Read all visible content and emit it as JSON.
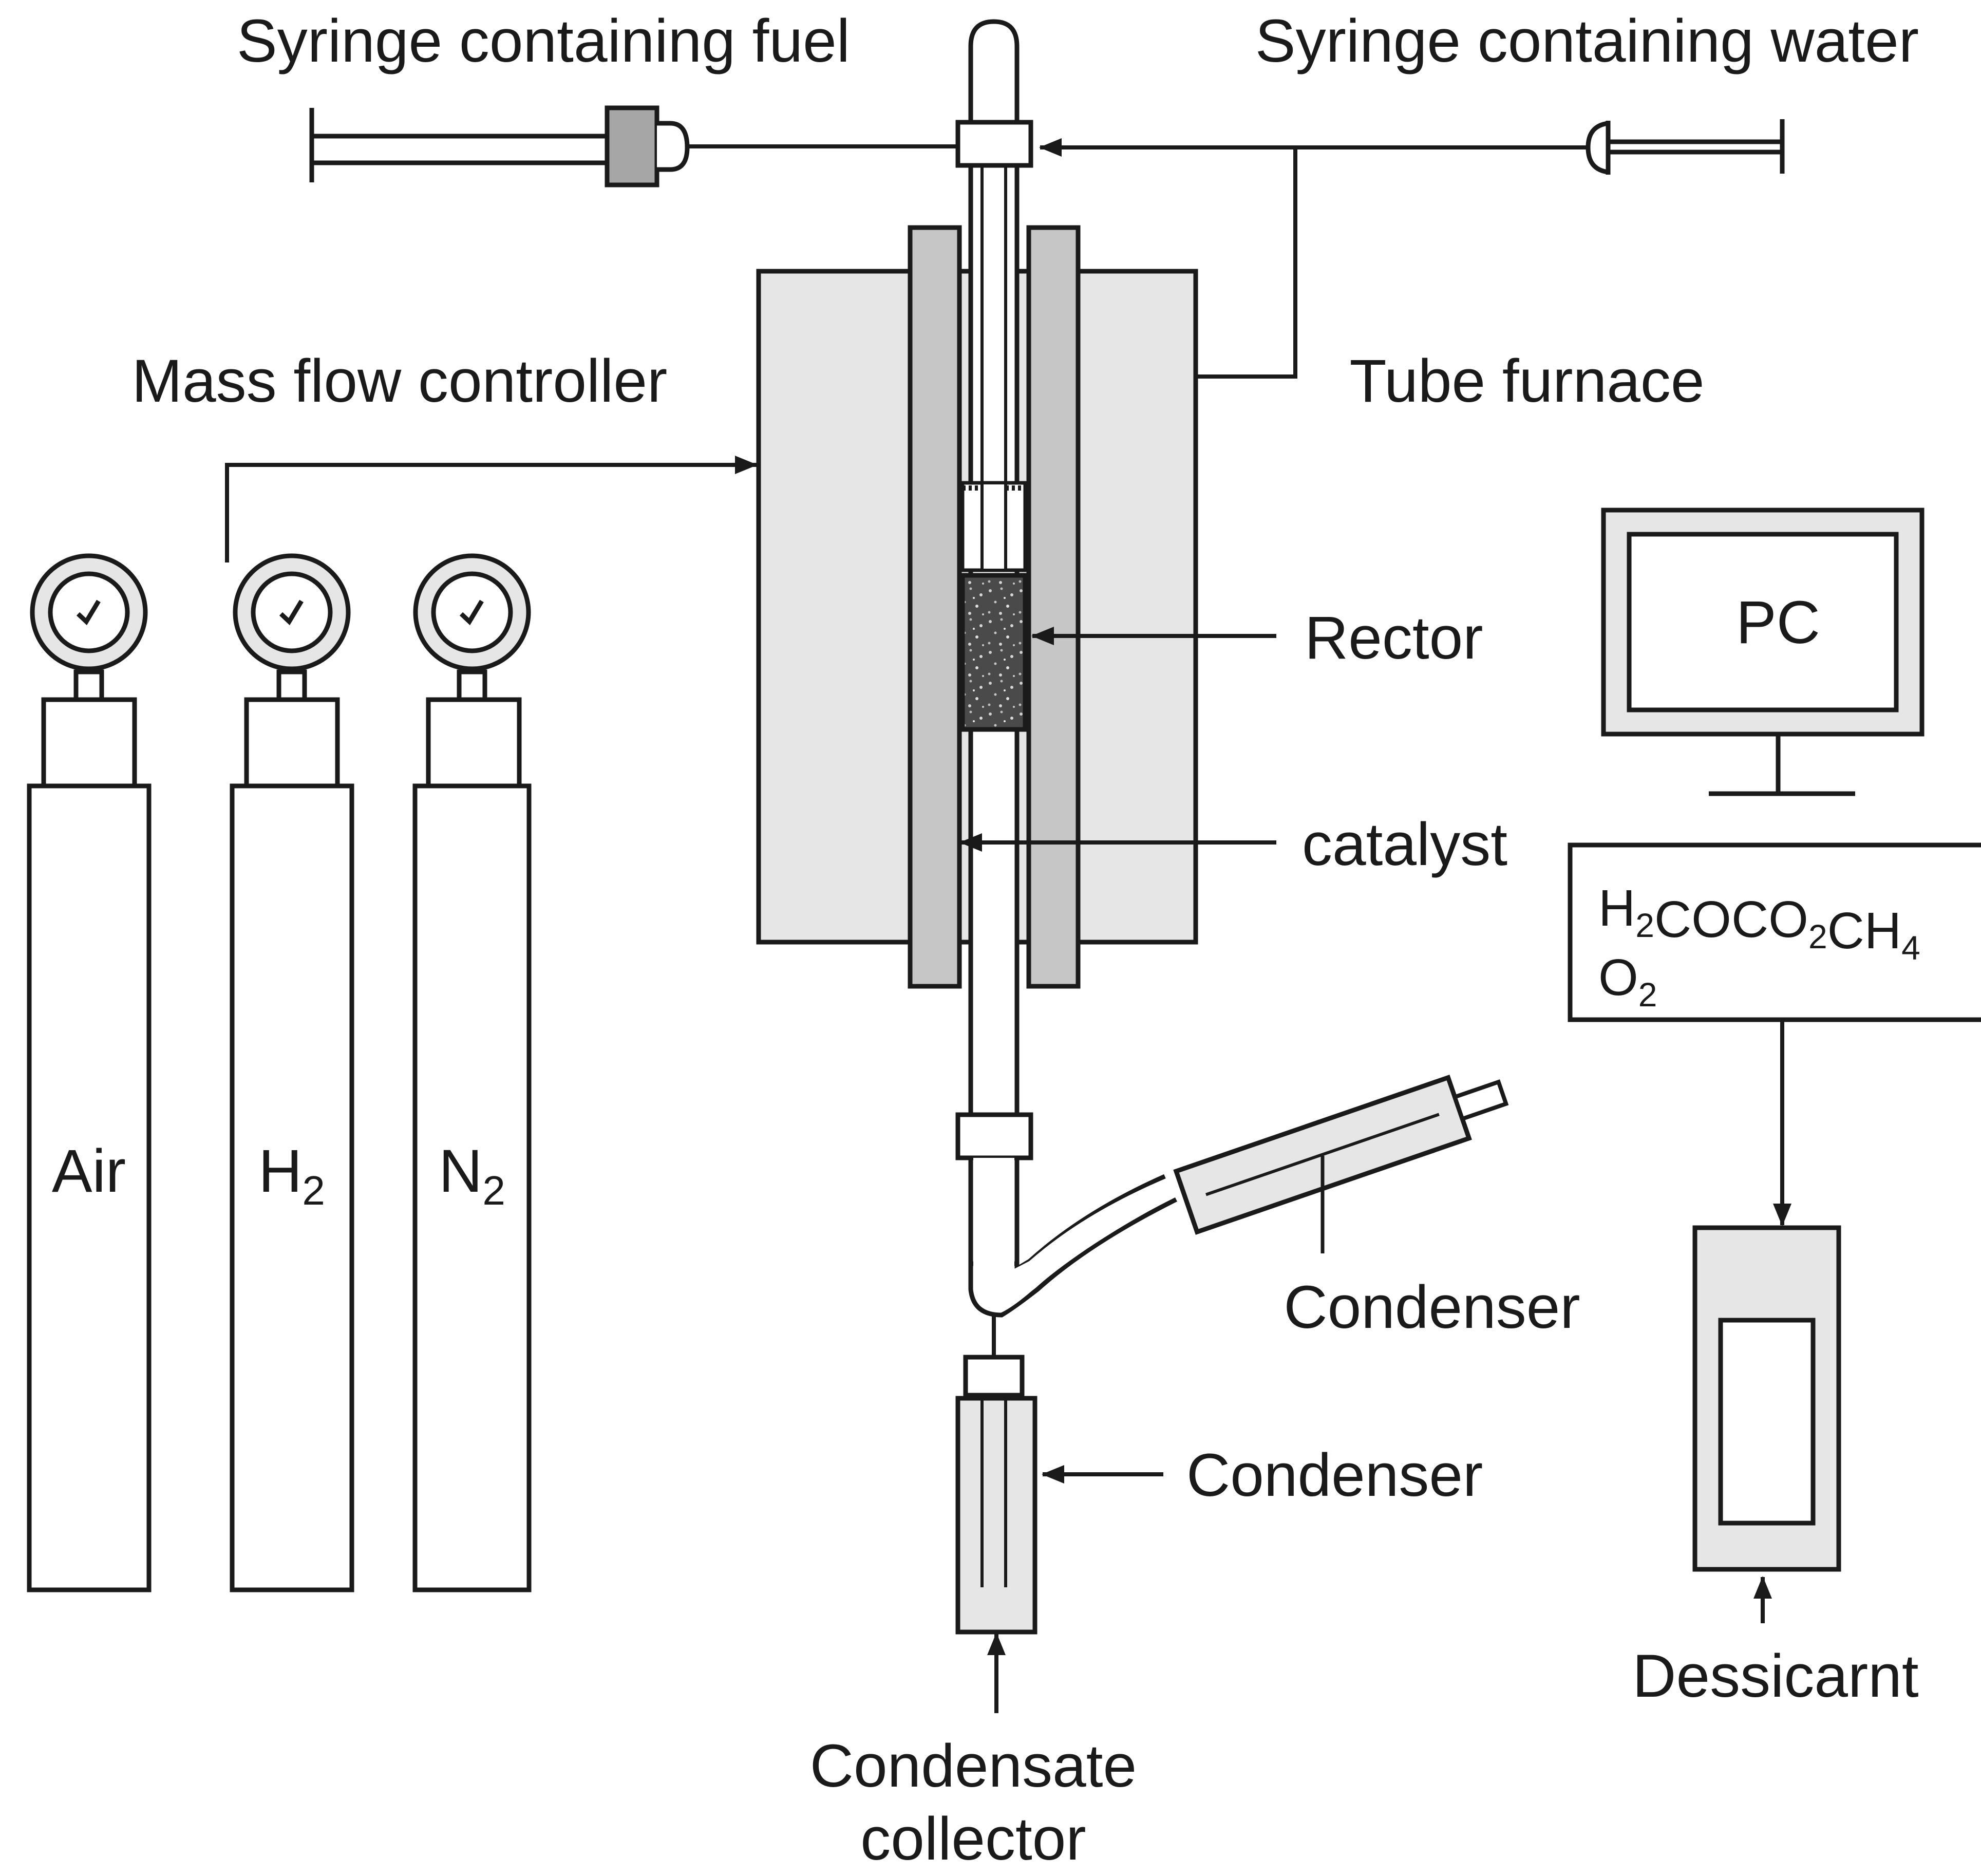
{
  "labels": {
    "syringe_fuel": "Syringe containing fuel",
    "syringe_water": "Syringe containing water",
    "mass_flow_controller": "Mass flow controller",
    "tube_furnace": "Tube furnace",
    "reactor": "Rector",
    "catalyst": "catalyst",
    "pc": "PC",
    "condenser_upper": "Condenser",
    "condenser_lower": "Condenser",
    "condensate_collector_line1": "Condensate",
    "condensate_collector_line2": "collector",
    "desiccant": "Dessicarnt"
  },
  "cylinders": [
    {
      "base": "Air",
      "sub": ""
    },
    {
      "base": "H",
      "sub": "2"
    },
    {
      "base": "N",
      "sub": "2"
    }
  ],
  "gas_analyzer": {
    "line1": [
      {
        "base": "H",
        "sub": "2"
      },
      {
        "base": "CO",
        "sub": ""
      },
      {
        "base": "CO",
        "sub": "2"
      },
      {
        "base": "CH",
        "sub": "4"
      }
    ],
    "line2": [
      {
        "base": "O",
        "sub": "2"
      }
    ]
  },
  "colors": {
    "stroke": "#1a1a1a",
    "panel_fill": "#e6e6e6",
    "wall_fill": "#c6c6c6",
    "catalyst_fill": "#4a4a4a",
    "background": "#ffffff"
  }
}
